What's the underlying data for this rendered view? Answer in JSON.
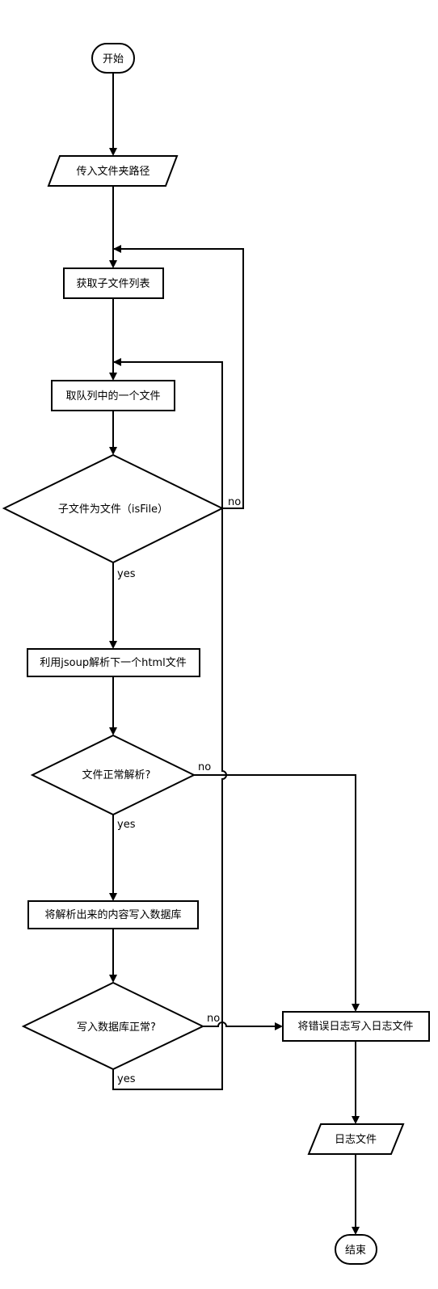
{
  "nodes": {
    "start": "开始",
    "input_path": "传入文件夹路径",
    "get_children": "获取子文件列表",
    "dequeue": "取队列中的一个文件",
    "is_file": "子文件为文件（isFile）",
    "parse_html": "利用jsoup解析下一个html文件",
    "parse_ok": "文件正常解析?",
    "write_db": "将解析出来的内容写入数据库",
    "db_ok": "写入数据库正常?",
    "write_log": "将错误日志写入日志文件",
    "log_file": "日志文件",
    "end": "结束"
  },
  "edge_labels": {
    "is_file_no": "no",
    "is_file_yes": "yes",
    "parse_ok_no": "no",
    "parse_ok_yes": "yes",
    "db_ok_no": "no",
    "db_ok_yes": "yes"
  }
}
